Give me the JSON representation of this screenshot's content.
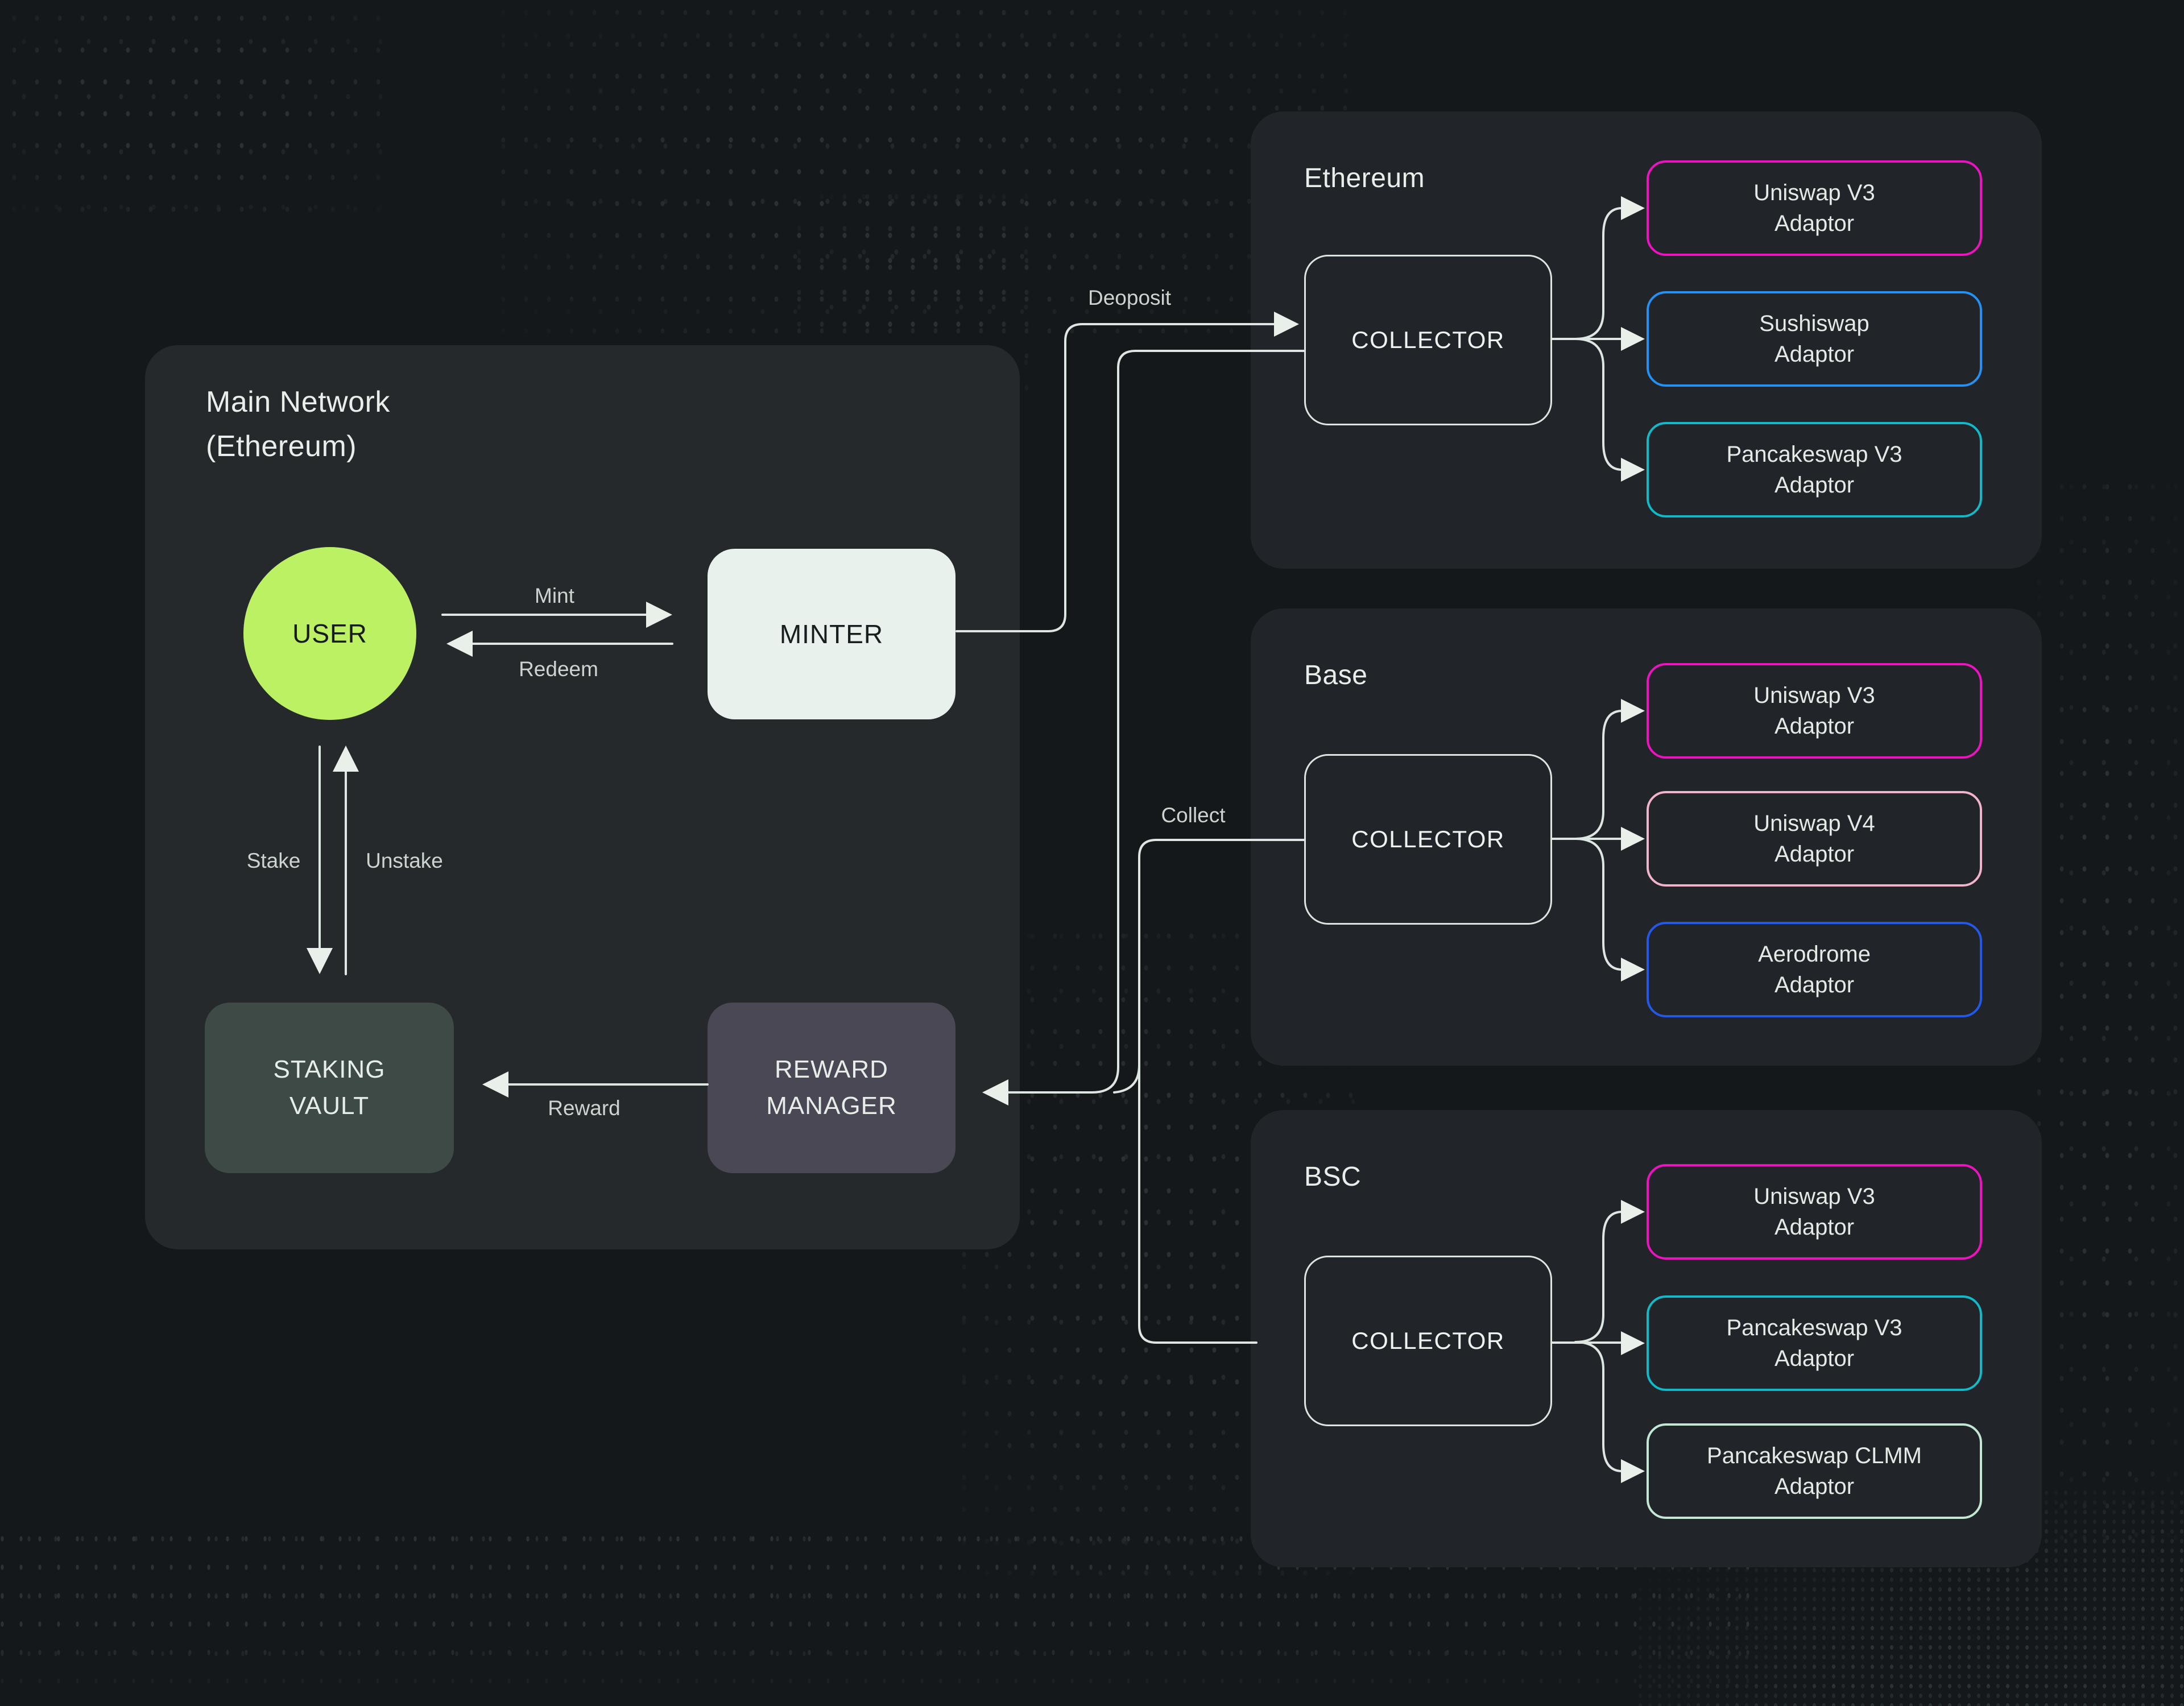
{
  "colors": {
    "line": "#dde6e1",
    "arrow": "#e9efe9",
    "user_fill": "#bdf164",
    "minter_fill": "#e9f1ec",
    "staking_fill": "#3e4a45",
    "reward_fill": "#4a4855",
    "collector_border": "#dce5e0"
  },
  "main_panel": {
    "title": "Main Network\n(Ethereum)",
    "user": "USER",
    "minter": "MINTER",
    "staking_vault": "STAKING\nVAULT",
    "reward_manager": "REWARD\nMANAGER",
    "edges": {
      "mint": "Mint",
      "redeem": "Redeem",
      "stake": "Stake",
      "unstake": "Unstake",
      "reward": "Reward"
    }
  },
  "flows": {
    "deposit": "Deoposit",
    "collect": "Collect"
  },
  "networks": [
    {
      "title": "Ethereum",
      "collector": "COLLECTOR",
      "adaptors": [
        {
          "name": "Uniswap V3",
          "type": "Adaptor",
          "color": "#ee13c0"
        },
        {
          "name": "Sushiswap",
          "type": "Adaptor",
          "color": "#2492f5"
        },
        {
          "name": "Pancakeswap V3",
          "type": "Adaptor",
          "color": "#12bac9"
        }
      ]
    },
    {
      "title": "Base",
      "collector": "COLLECTOR",
      "adaptors": [
        {
          "name": "Uniswap V3",
          "type": "Adaptor",
          "color": "#ee13c0"
        },
        {
          "name": "Uniswap V4",
          "type": "Adaptor",
          "color": "#f2b3cc"
        },
        {
          "name": "Aerodrome",
          "type": "Adaptor",
          "color": "#2458ea"
        }
      ]
    },
    {
      "title": "BSC",
      "collector": "COLLECTOR",
      "adaptors": [
        {
          "name": "Uniswap V3",
          "type": "Adaptor",
          "color": "#ee13c0"
        },
        {
          "name": "Pancakeswap V3",
          "type": "Adaptor",
          "color": "#12bac9"
        },
        {
          "name": "Pancakeswap CLMM",
          "type": "Adaptor",
          "color": "#c2e8d4"
        }
      ]
    }
  ]
}
